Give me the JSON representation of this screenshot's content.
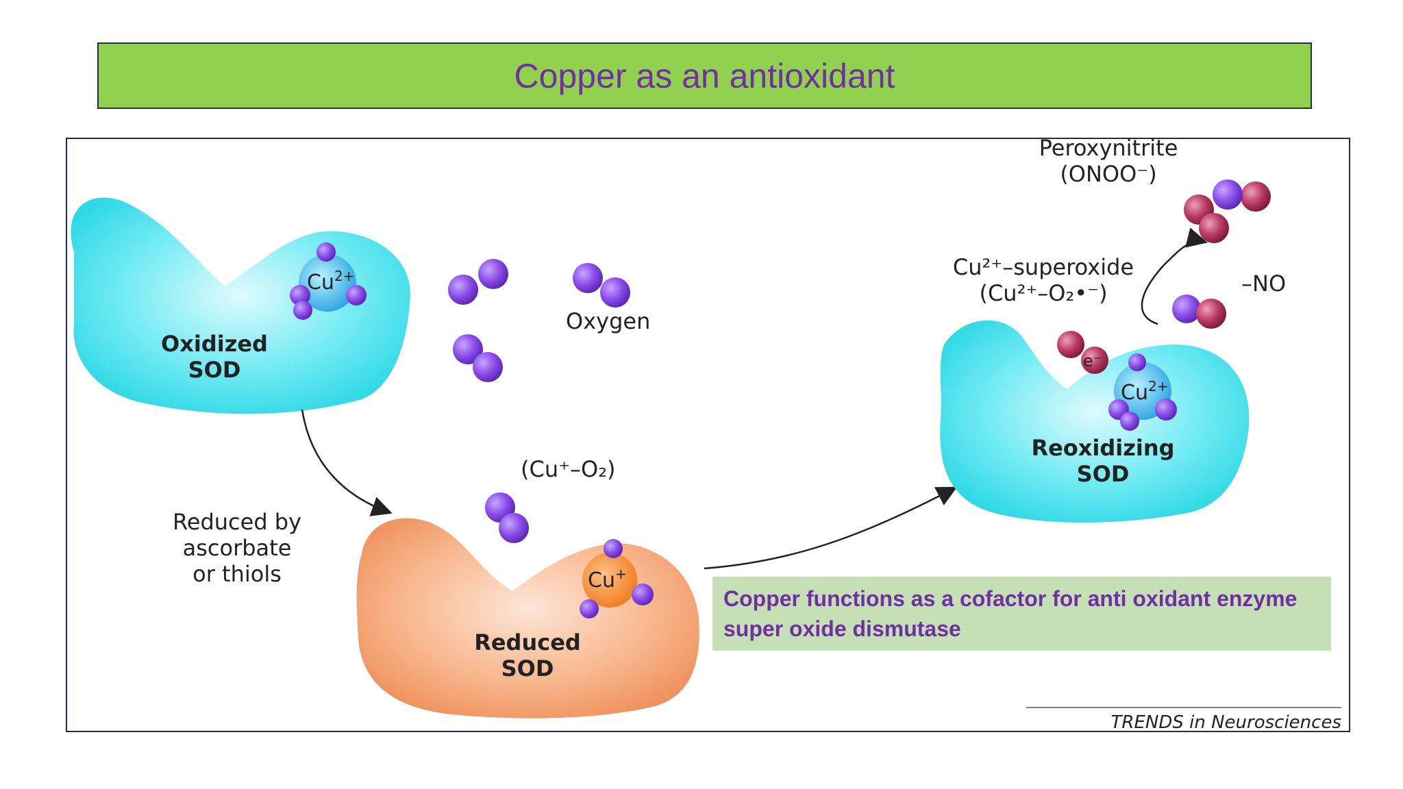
{
  "slide": {
    "title": "Copper as an antioxidant",
    "callout": "Copper functions as a cofactor for anti oxidant enzyme super oxide dismutase",
    "colors": {
      "title_bg": "#92d050",
      "title_text": "#7030a0",
      "callout_bg": "#c5e0b4",
      "callout_text": "#7030a0"
    }
  },
  "diagram": {
    "oxidized_sod": {
      "line1": "Oxidized",
      "line2": "SOD",
      "ion": "Cu",
      "ion_sup": "2+"
    },
    "oxygen": "Oxygen",
    "reduced_by": {
      "line1": "Reduced by",
      "line2": "ascorbate",
      "line3": "or thiols"
    },
    "cu_o2": "(Cu⁺–O₂)",
    "reduced_sod": {
      "line1": "Reduced",
      "line2": "SOD",
      "ion": "Cu",
      "ion_sup": "+"
    },
    "peroxynitrite": {
      "line1": "Peroxynitrite",
      "line2": "(ONOO⁻)"
    },
    "superoxide": {
      "line1": "Cu²⁺–superoxide",
      "line2": "(Cu²⁺–O₂•⁻)"
    },
    "no": "–NO",
    "electron": "e⁻",
    "reoxidizing_sod": {
      "line1": "Reoxidizing",
      "line2": "SOD",
      "ion": "Cu",
      "ion_sup": "2+"
    },
    "source": "TRENDS in Neurosciences",
    "colors": {
      "oxidized": "#3fe0ec",
      "reduced": "#f6a77c",
      "oxygen_atom": "#8a4de8",
      "nitrogen_atom": "#b83a62"
    }
  }
}
